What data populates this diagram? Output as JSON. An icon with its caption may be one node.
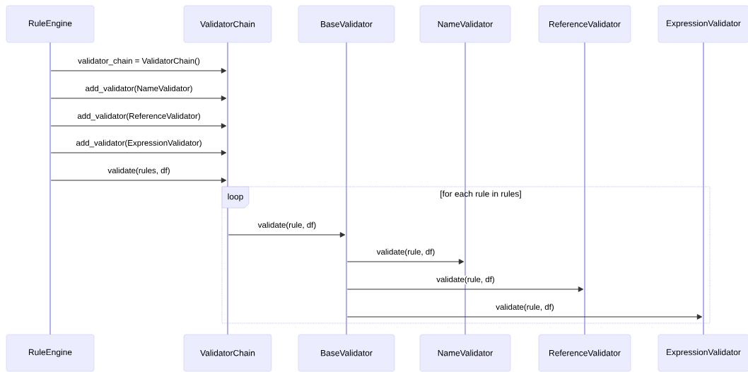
{
  "diagram": {
    "nodes": [
      {
        "text": [
          "RuleEngine"
        ]
      },
      {
        "text": [
          "ValidatorChain"
        ]
      },
      {
        "text": [
          "BaseValidator"
        ]
      },
      {
        "text": [
          "NameValidator"
        ]
      },
      {
        "text": [
          "ReferenceValidator"
        ]
      },
      {
        "text": [
          "ExpressionValidator"
        ]
      },
      {
        "text": [],
        "shape": "line"
      },
      {
        "text": [],
        "shape": "line"
      },
      {
        "text": [],
        "shape": "line"
      },
      {
        "text": [],
        "shape": "line"
      },
      {
        "text": [],
        "shape": "line"
      },
      {
        "text": [],
        "shape": "line"
      },
      {
        "text": [
          "loop"
        ]
      },
      {
        "text": [
          "RuleEngine"
        ]
      },
      {
        "text": [
          "ValidatorChain"
        ]
      },
      {
        "text": [
          "BaseValidator"
        ]
      },
      {
        "text": [
          "NameValidator"
        ]
      },
      {
        "text": [
          "ReferenceValidator"
        ]
      },
      {
        "text": [
          "ExpressionValidator"
        ]
      }
    ],
    "edges": [
      {
        "from": 6,
        "to": 7,
        "arrow": "to",
        "label": "validator_chain = ValidatorChain()"
      },
      {
        "from": 6,
        "to": 7,
        "arrow": "to",
        "label": "add_validator(NameValidator)"
      },
      {
        "from": 6,
        "to": 7,
        "arrow": "to",
        "label": "add_validator(ReferenceValidator)"
      },
      {
        "from": 6,
        "to": 7,
        "arrow": "to",
        "label": "add_validator(ExpressionValidator)"
      },
      {
        "from": 6,
        "to": 7,
        "arrow": "to",
        "label": "validate(rules, df)"
      },
      {
        "from": 7,
        "to": 8,
        "arrow": "to",
        "label": "validate(rule, df)"
      },
      {
        "from": 8,
        "to": 9,
        "arrow": "to",
        "label": "validate(rule, df)"
      },
      {
        "from": 8,
        "to": 10,
        "arrow": "to",
        "label": "validate(rule, df)"
      },
      {
        "from": 8,
        "to": 11,
        "arrow": "to",
        "label": "validate(rule, df)"
      }
    ],
    "labels": [
      "[for each rule in rules]"
    ]
  }
}
